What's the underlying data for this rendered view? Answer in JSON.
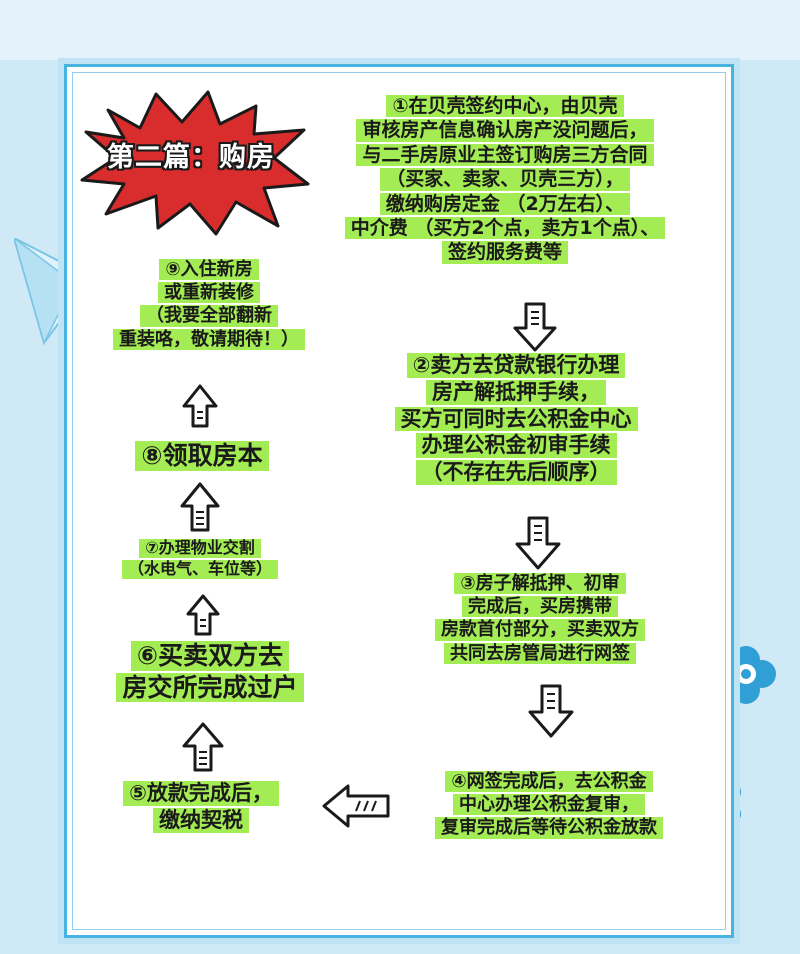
{
  "title": "第二篇：购房",
  "steps": {
    "s1": [
      "①在贝壳签约中心，由贝壳",
      "审核房产信息确认房产没问题后，",
      "与二手房原业主签订购房三方合同",
      "（买家、卖家、贝壳三方），",
      "缴纳购房定金 （2万左右）、",
      "中介费 （买方2个点，卖方1个点）、",
      "签约服务费等"
    ],
    "s2": [
      "②卖方去贷款银行办理",
      "房产解抵押手续，",
      "买方可同时去公积金中心",
      "办理公积金初审手续",
      "（不存在先后顺序）"
    ],
    "s3": [
      "③房子解抵押、初审",
      "完成后，买房携带",
      "房款首付部分，买卖双方",
      "共同去房管局进行网签"
    ],
    "s4": [
      "④网签完成后，去公积金",
      "中心办理公积金复审，",
      "复审完成后等待公积金放款"
    ],
    "s5": [
      "⑤放款完成后，",
      "缴纳契税"
    ],
    "s6": [
      "⑥买卖双方去",
      "房交所完成过户"
    ],
    "s7": [
      "⑦办理物业交割",
      "（水电气、车位等）"
    ],
    "s8": [
      "⑧领取房本"
    ],
    "s9": [
      "⑨入住新房",
      "或重新装修",
      "（我要全部翻新",
      "重装咯，敬请期待！）"
    ]
  },
  "colors": {
    "highlight": "#a4ec54",
    "burst": "#d92d2d",
    "frame": "#46b3e0",
    "background": "#cfe9f7"
  },
  "icons": [
    "down-arrow-icon",
    "up-arrow-icon",
    "left-arrow-icon",
    "paper-plane-icon",
    "flower-icon"
  ]
}
